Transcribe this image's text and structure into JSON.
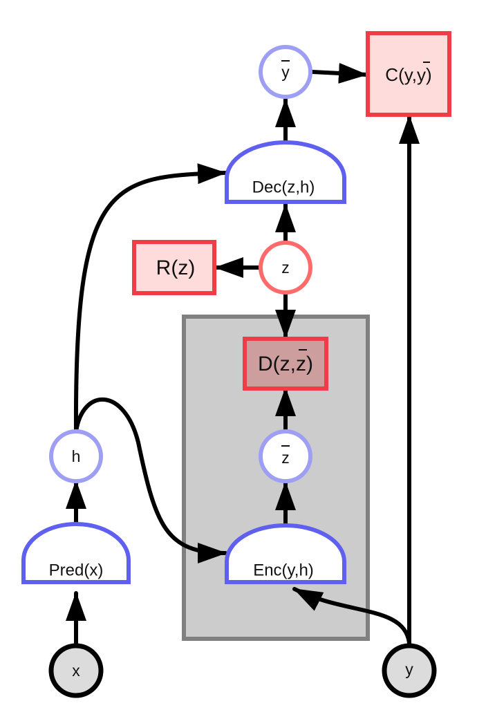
{
  "nodes": {
    "x": "x",
    "y": "y",
    "h": "h",
    "z": "z",
    "z_bar": "z",
    "y_bar": "y"
  },
  "modules": {
    "pred": "Pred(x)",
    "enc": "Enc(y,h)",
    "dec": "Dec(z,h)"
  },
  "costs": {
    "C": "C(y,y)",
    "R": "R(z)",
    "D": "D(z,z)"
  },
  "colors": {
    "module_stroke": "#5f5ff0",
    "latent_stroke": "#ff6b6b",
    "cost_stroke": "#f03c46",
    "cost_fill": "#ffdcdc",
    "cost_fill_dark": "#cc9e9e",
    "computed_stroke": "#9e9ef5",
    "observed_fill": "#dcdcdc",
    "box_fill": "#cccccc",
    "box_stroke": "#808080",
    "arrow": "#000000"
  }
}
